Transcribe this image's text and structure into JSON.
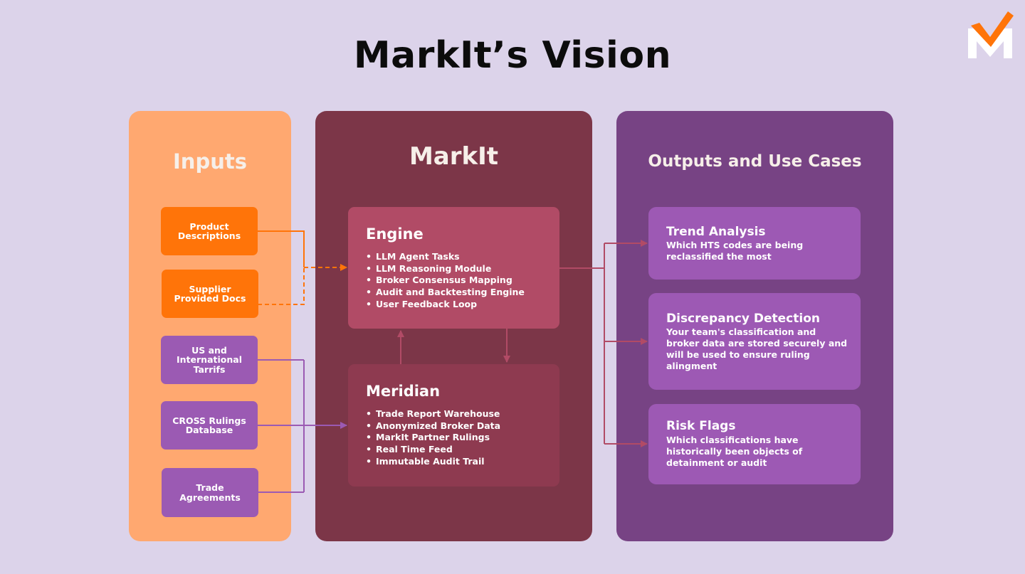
{
  "title": "MarkIt’s Vision",
  "inputs": {
    "heading": "Inputs",
    "items": [
      {
        "label": "Product\nDescriptions"
      },
      {
        "label": "Supplier\nProvided Docs"
      },
      {
        "label": "US and\nInternational\nTarrifs"
      },
      {
        "label": "CROSS Rulings\nDatabase"
      },
      {
        "label": "Trade\nAgreements"
      }
    ]
  },
  "markit": {
    "heading": "MarkIt",
    "engine": {
      "title": "Engine",
      "items": [
        "LLM Agent Tasks",
        "LLM Reasoning Module",
        "Broker Consensus Mapping",
        "Audit and Backtesting Engine",
        "User Feedback Loop"
      ]
    },
    "meridian": {
      "title": "Meridian",
      "items": [
        "Trade Report Warehouse",
        "Anonymized Broker Data",
        "MarkIt Partner Rulings",
        "Real Time Feed",
        "Immutable Audit Trail"
      ]
    }
  },
  "outputs": {
    "heading": "Outputs and Use Cases",
    "items": [
      {
        "title": "Trend Analysis",
        "text": "Which HTS codes are being reclassified the most"
      },
      {
        "title": "Discrepancy Detection",
        "text": "Your team's classification and broker data are stored securely and will be used to ensure ruling alingment"
      },
      {
        "title": "Risk Flags",
        "text": "Which classifications have historically been objects of detainment or audit"
      }
    ]
  },
  "colors": {
    "background": "#dcd3ea",
    "inputs_panel": "#ffa870",
    "markit_panel": "#7c3648",
    "outputs_panel": "#774384",
    "orange_box": "#ff7409",
    "purple_box": "#9b5ab3",
    "engine_box": "#b14b66",
    "meridian_box": "#8e3a50",
    "output_box": "#9d59b4",
    "orange_arrow": "#ff7409",
    "purple_arrow": "#9b5ab3",
    "maroon_arrow": "#b14b66"
  },
  "logo_icon": "markit-checkmark-m-logo"
}
